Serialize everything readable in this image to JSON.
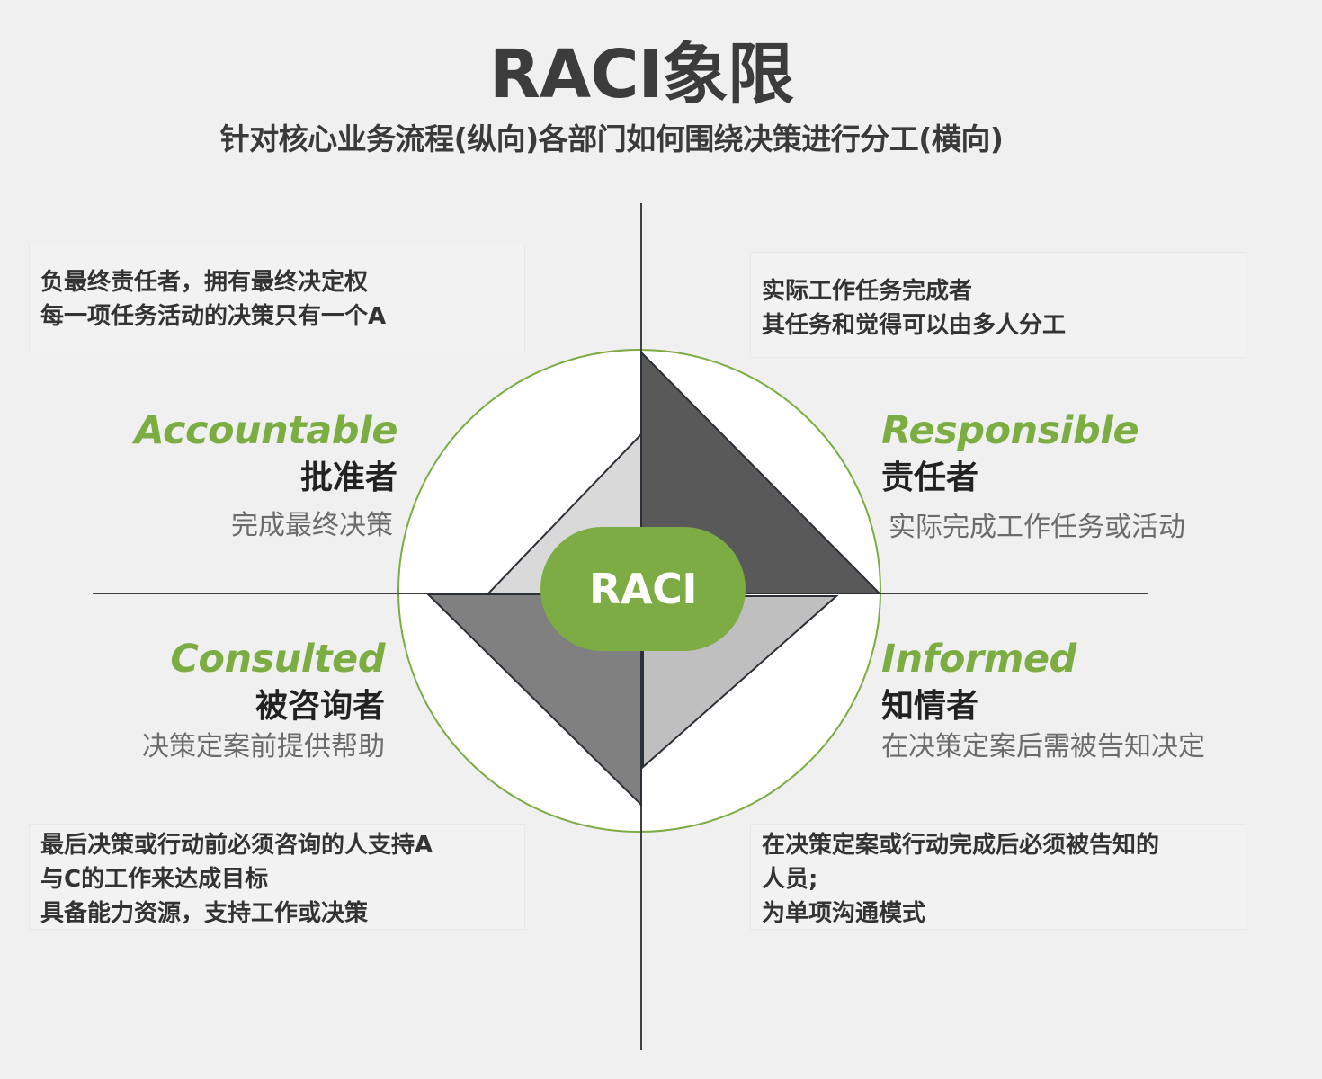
{
  "header": {
    "title": "RACI象限",
    "subtitle": "针对核心业务流程(纵向)各部门如何围绕决策进行分工(横向)"
  },
  "center": {
    "label": "RACI"
  },
  "colors": {
    "accent_green": "#7cac43",
    "circle_stroke": "#7cac43",
    "circle_fill": "#ffffff",
    "axis": "#404040",
    "triangle_responsible": "#595959",
    "triangle_accountable": "#d9d9d9",
    "triangle_consulted": "#808080",
    "triangle_informed": "#bfbfbf",
    "page_background": "#f0f0f0",
    "box_background": "#f2f2f2"
  },
  "quadrants": {
    "accountable": {
      "english": "Accountable",
      "chinese": "批准者",
      "note": "完成最终决策",
      "description": [
        "负最终责任者，拥有最终决定权",
        "每一项任务活动的决策只有一个A"
      ]
    },
    "responsible": {
      "english": "Responsible",
      "chinese": "责任者",
      "note": "实际完成工作任务或活动",
      "description": [
        "实际工作任务完成者",
        "其任务和觉得可以由多人分工"
      ]
    },
    "consulted": {
      "english": "Consulted",
      "chinese": "被咨询者",
      "note": "决策定案前提供帮助",
      "description": [
        "最后决策或行动前必须咨询的人支持A",
        "与C的工作来达成目标",
        "具备能力资源，支持工作或决策"
      ]
    },
    "informed": {
      "english": "Informed",
      "chinese": "知情者",
      "note": "在决策定案后需被告知决定",
      "description": [
        "在决策定案或行动完成后必须被告知的",
        "人员;",
        "为单项沟通模式"
      ]
    }
  }
}
